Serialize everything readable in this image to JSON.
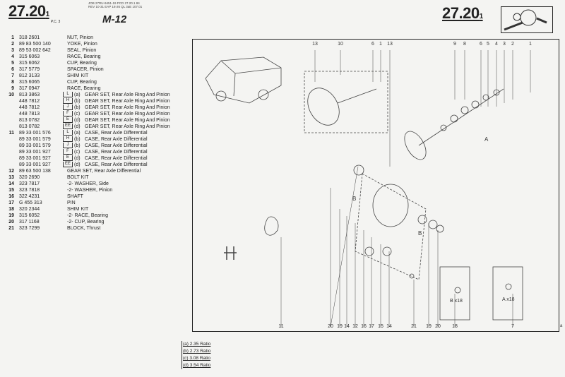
{
  "header": {
    "page_number_left": "27.20",
    "page_sub_left": "1",
    "pc_label": "P.C. 3",
    "job_line1": "JOB 27RU-9451-19 PCD 27.20.1 84",
    "job_line2": "REV 10-31 EAP 18-26 QL 3aE 107.01",
    "model": "M-12",
    "page_number_right": "27.20",
    "page_sub_right": "1"
  },
  "parts": [
    {
      "n": "1",
      "p": "318 2601",
      "d": "NUT, Pinion"
    },
    {
      "n": "2",
      "p": "89 83 500 140",
      "d": "YOKE, Pinion"
    },
    {
      "n": "3",
      "p": "89 53 002 642",
      "d": "SEAL, Pinion"
    },
    {
      "n": "4",
      "p": "315 6063",
      "d": "RACE, Bearing"
    },
    {
      "n": "5",
      "p": "315 6062",
      "d": "CUP, Bearing"
    },
    {
      "n": "6",
      "p": "317 5779",
      "d": "SPACER, Pinion"
    },
    {
      "n": "7",
      "p": "812 3133",
      "d": "SHIM KIT"
    },
    {
      "n": "8",
      "p": "315 6065",
      "d": "CUP, Bearing"
    },
    {
      "n": "9",
      "p": "317 0947",
      "d": "RACE, Bearing"
    },
    {
      "n": "10",
      "p": "813 3863",
      "c": "L",
      "v": "(a)",
      "d": "GEAR SET, Rear Axle Ring And Pinion"
    },
    {
      "n": "",
      "p": "448 7812",
      "c": "H",
      "v": "(b)",
      "d": "GEAR SET, Rear Axle Ring And Pinion"
    },
    {
      "n": "",
      "p": "448 7812",
      "c": "J",
      "v": "(b)",
      "d": "GEAR SET, Rear Axle Ring And Pinion"
    },
    {
      "n": "",
      "p": "448 7813",
      "c": "F",
      "v": "(c)",
      "d": "GEAR SET, Rear Axle Ring And Pinion"
    },
    {
      "n": "",
      "p": "813 0782",
      "c": "E",
      "v": "(d)",
      "d": "GEAR SET, Rear Axle Ring And Pinion"
    },
    {
      "n": "",
      "p": "813 0782",
      "c": "EE",
      "v": "(d)",
      "d": "GEAR SET, Rear Axle Ring And Pinion"
    },
    {
      "n": "11",
      "p": "89 33 001 576",
      "c": "L",
      "v": "(a)",
      "d": "CASE, Rear Axle Differential"
    },
    {
      "n": "",
      "p": "89 33 001 579",
      "c": "H",
      "v": "(b)",
      "d": "CASE, Rear Axle Differential"
    },
    {
      "n": "",
      "p": "89 33 001 579",
      "c": "J",
      "v": "(b)",
      "d": "CASE, Rear Axle Differential"
    },
    {
      "n": "",
      "p": "89 33 001 927",
      "c": "F",
      "v": "(c)",
      "d": "CASE, Rear Axle Differential"
    },
    {
      "n": "",
      "p": "89 33 001 927",
      "c": "E",
      "v": "(d)",
      "d": "CASE, Rear Axle Differential"
    },
    {
      "n": "",
      "p": "89 33 001 927",
      "c": "EE",
      "v": "(d)",
      "d": "CASE, Rear Axle Differential"
    },
    {
      "n": "12",
      "p": "89 63 500 138",
      "d": "GEAR SET, Rear Axle Differential"
    },
    {
      "n": "13",
      "p": "320 2690",
      "d": "BOLT KIT"
    },
    {
      "n": "14",
      "p": "323 7817",
      "d": "-2- WASHER, Side"
    },
    {
      "n": "15",
      "p": "323 7818",
      "d": "-2- WASHER, Pinion"
    },
    {
      "n": "16",
      "p": "322 4231",
      "d": "SHAFT"
    },
    {
      "n": "17",
      "p": "G 455 313",
      "d": "PIN"
    },
    {
      "n": "18",
      "p": "320 2344",
      "d": "SHIM KIT"
    },
    {
      "n": "19",
      "p": "315 6052",
      "d": "-2- RACE, Bearing"
    },
    {
      "n": "20",
      "p": "317 1168",
      "d": "-2- CUP, Bearing"
    },
    {
      "n": "21",
      "p": "323 7299",
      "d": "BLOCK, Thrust"
    }
  ],
  "callouts_top": [
    "13",
    "10",
    "6",
    "1",
    "13",
    "9",
    "8",
    "6",
    "5",
    "4",
    "3",
    "2",
    "1"
  ],
  "callouts_bottom": [
    "11",
    "20",
    "19",
    "14",
    "12",
    "16",
    "17",
    "15",
    "14",
    "21",
    "19",
    "20",
    "18",
    "7"
  ],
  "labels": {
    "a": "A",
    "b1": "B",
    "b2": "B",
    "bx": "B x18",
    "ax": "A x18",
    "corner": "a"
  },
  "footnotes": [
    "(a) 2.35 Ratio",
    "(b) 2.73 Ratio",
    "(c) 3.08 Ratio",
    "(d) 3.54 Ratio"
  ]
}
